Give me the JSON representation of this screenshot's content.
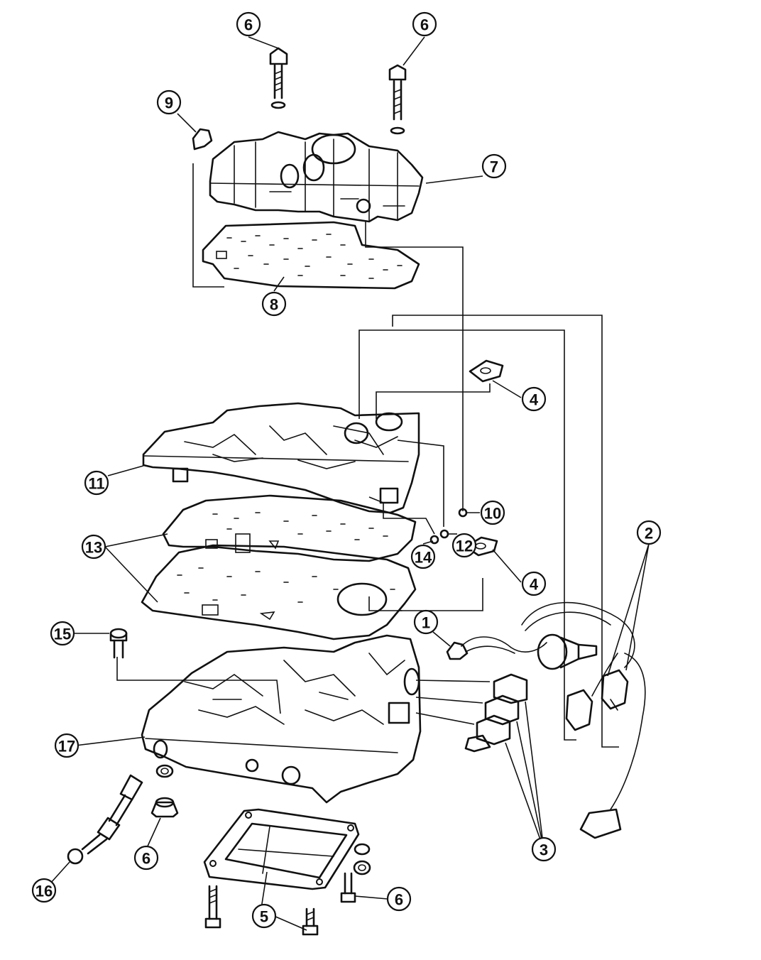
{
  "callouts": [
    {
      "label": "6"
    },
    {
      "label": "6"
    },
    {
      "label": "9"
    },
    {
      "label": "7"
    },
    {
      "label": "8"
    },
    {
      "label": "4"
    },
    {
      "label": "11"
    },
    {
      "label": "10"
    },
    {
      "label": "12"
    },
    {
      "label": "13"
    },
    {
      "label": "14"
    },
    {
      "label": "4"
    },
    {
      "label": "2"
    },
    {
      "label": "1"
    },
    {
      "label": "15"
    },
    {
      "label": "17"
    },
    {
      "label": "6"
    },
    {
      "label": "16"
    },
    {
      "label": "5"
    },
    {
      "label": "6"
    },
    {
      "label": "3"
    }
  ]
}
